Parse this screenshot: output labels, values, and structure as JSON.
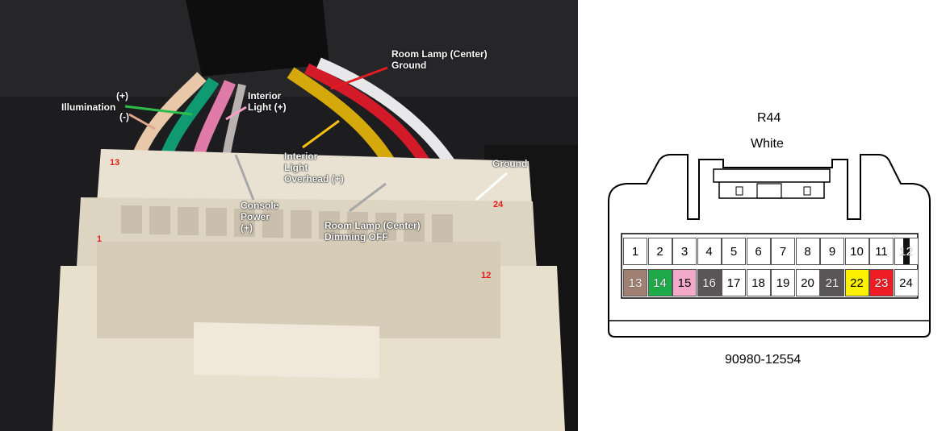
{
  "photo": {
    "labels": {
      "illumination_plus": "(+)",
      "illumination": "Illumination",
      "illumination_minus": "(-)",
      "interior_light": "Interior\nLight (+)",
      "room_lamp_ground": "Room Lamp (Center)\nGround",
      "interior_light_overhead": "Interior\nLight\nOverhead (+)",
      "console_power": "Console\nPower\n(+)",
      "room_lamp_dimming": "Room Lamp (Center)\nDimming OFF",
      "ground": "Ground"
    },
    "pin_markers": {
      "p13": "13",
      "p1": "1",
      "p24": "24",
      "p12": "12"
    }
  },
  "diagram": {
    "connector_id": "R44",
    "connector_color": "White",
    "part_number": "90980-12554",
    "top_row": [
      {
        "pin": "1",
        "color": "#ffffff"
      },
      {
        "pin": "2",
        "color": "#ffffff"
      },
      {
        "pin": "3",
        "color": "#ffffff"
      },
      {
        "pin": "4",
        "color": "#ffffff"
      },
      {
        "pin": "5",
        "color": "#ffffff"
      },
      {
        "pin": "6",
        "color": "#ffffff"
      },
      {
        "pin": "7",
        "color": "#ffffff"
      },
      {
        "pin": "8",
        "color": "#ffffff"
      },
      {
        "pin": "9",
        "color": "#ffffff"
      },
      {
        "pin": "10",
        "color": "#ffffff"
      },
      {
        "pin": "11",
        "color": "#ffffff"
      },
      {
        "pin": "12",
        "color": "#ffffff",
        "stripe": "#111111"
      }
    ],
    "bottom_row": [
      {
        "pin": "13",
        "color": "#a08070"
      },
      {
        "pin": "14",
        "color": "#1faa4a"
      },
      {
        "pin": "15",
        "color": "#f3a9c8"
      },
      {
        "pin": "16",
        "color": "#5a5658"
      },
      {
        "pin": "17",
        "color": "#ffffff"
      },
      {
        "pin": "18",
        "color": "#ffffff"
      },
      {
        "pin": "19",
        "color": "#ffffff"
      },
      {
        "pin": "20",
        "color": "#ffffff"
      },
      {
        "pin": "21",
        "color": "#5a5658"
      },
      {
        "pin": "22",
        "color": "#fff200"
      },
      {
        "pin": "23",
        "color": "#ee1c24"
      },
      {
        "pin": "24",
        "color": "#ffffff"
      }
    ]
  }
}
